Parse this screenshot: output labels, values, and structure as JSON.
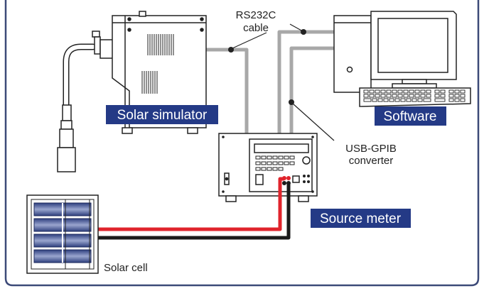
{
  "labels": {
    "solar_simulator": "Solar simulator",
    "software": "Software",
    "source_meter": "Source meter",
    "rs232c_line1": "RS232C",
    "rs232c_line2": "cable",
    "usbgpib_line1": "USB-GPIB",
    "usbgpib_line2": "converter",
    "solar_cell": "Solar cell"
  },
  "colors": {
    "frame": "#3c4a78",
    "label_box": "#243a86",
    "label_text": "#ffffff",
    "cable_gray": "#a8a8a8",
    "wire_red": "#e0242c",
    "wire_black": "#1a1a1a",
    "cell_blue": "#4a5c98"
  },
  "icons": {
    "simulator": "solar-simulator-icon",
    "computer": "computer-icon",
    "meter": "source-meter-icon",
    "cell": "solar-cell-icon"
  }
}
